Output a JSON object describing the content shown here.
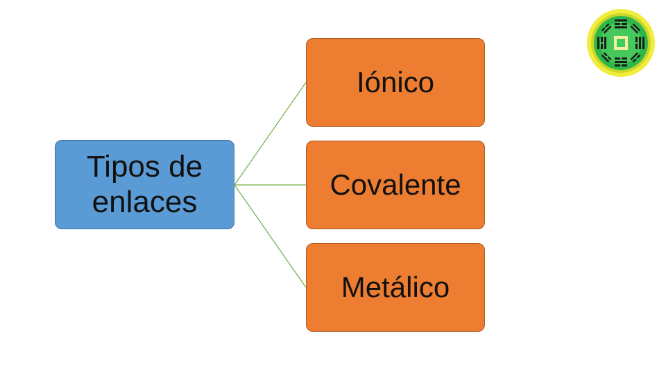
{
  "diagram": {
    "root": {
      "label": "Tipos de enlaces"
    },
    "children": [
      {
        "label": "Iónico"
      },
      {
        "label": "Covalente"
      },
      {
        "label": "Metálico"
      }
    ]
  },
  "colors": {
    "root_fill": "#5b9bd5",
    "child_fill": "#ed7d31",
    "connector": "#70ad47",
    "logo_ring": "#e8e62a",
    "logo_disc": "#2fb84a"
  },
  "logo": {
    "icon": "trigram-emblem-icon"
  }
}
